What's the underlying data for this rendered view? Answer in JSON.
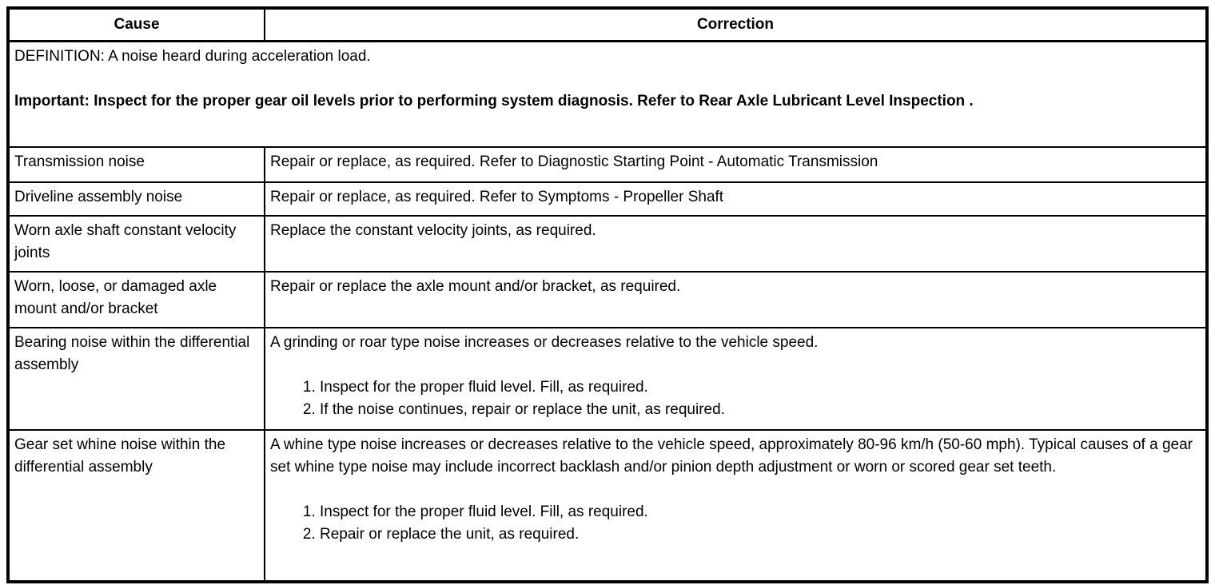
{
  "table": {
    "headers": {
      "cause": "Cause",
      "correction": "Correction"
    },
    "definition": {
      "text": "DEFINITION: A noise heard during acceleration load.",
      "important": "Important: Inspect for the proper gear oil levels prior to performing system diagnosis. Refer to Rear Axle Lubricant Level Inspection ."
    },
    "rows": [
      {
        "cause": "Transmission noise",
        "correction": "Repair or replace, as required. Refer to Diagnostic Starting Point - Automatic Transmission",
        "steps": []
      },
      {
        "cause": "Driveline assembly noise",
        "correction": "Repair or replace, as required. Refer to Symptoms - Propeller Shaft",
        "steps": []
      },
      {
        "cause": "Worn axle shaft constant velocity joints",
        "correction": "Replace the constant velocity joints, as required.",
        "steps": []
      },
      {
        "cause": "Worn, loose, or damaged axle mount and/or bracket",
        "correction": "Repair or replace the axle mount and/or bracket, as required.",
        "steps": []
      },
      {
        "cause": "Bearing noise within the differential assembly",
        "correction": "A grinding or roar type noise increases or decreases relative to the vehicle speed.",
        "steps": [
          "Inspect for the proper fluid level. Fill, as required.",
          "If the noise continues, repair or replace the unit, as required."
        ]
      },
      {
        "cause": "Gear set whine noise within the differential assembly",
        "correction": "A whine type noise increases or decreases relative to the vehicle speed, approximately 80-96 km/h (50-60 mph). Typical causes of a gear set whine type noise may include incorrect backlash and/or pinion depth adjustment or worn or scored gear set teeth.",
        "steps": [
          "Inspect for the proper fluid level. Fill, as required.",
          "Repair or replace the unit, as required."
        ]
      }
    ]
  }
}
